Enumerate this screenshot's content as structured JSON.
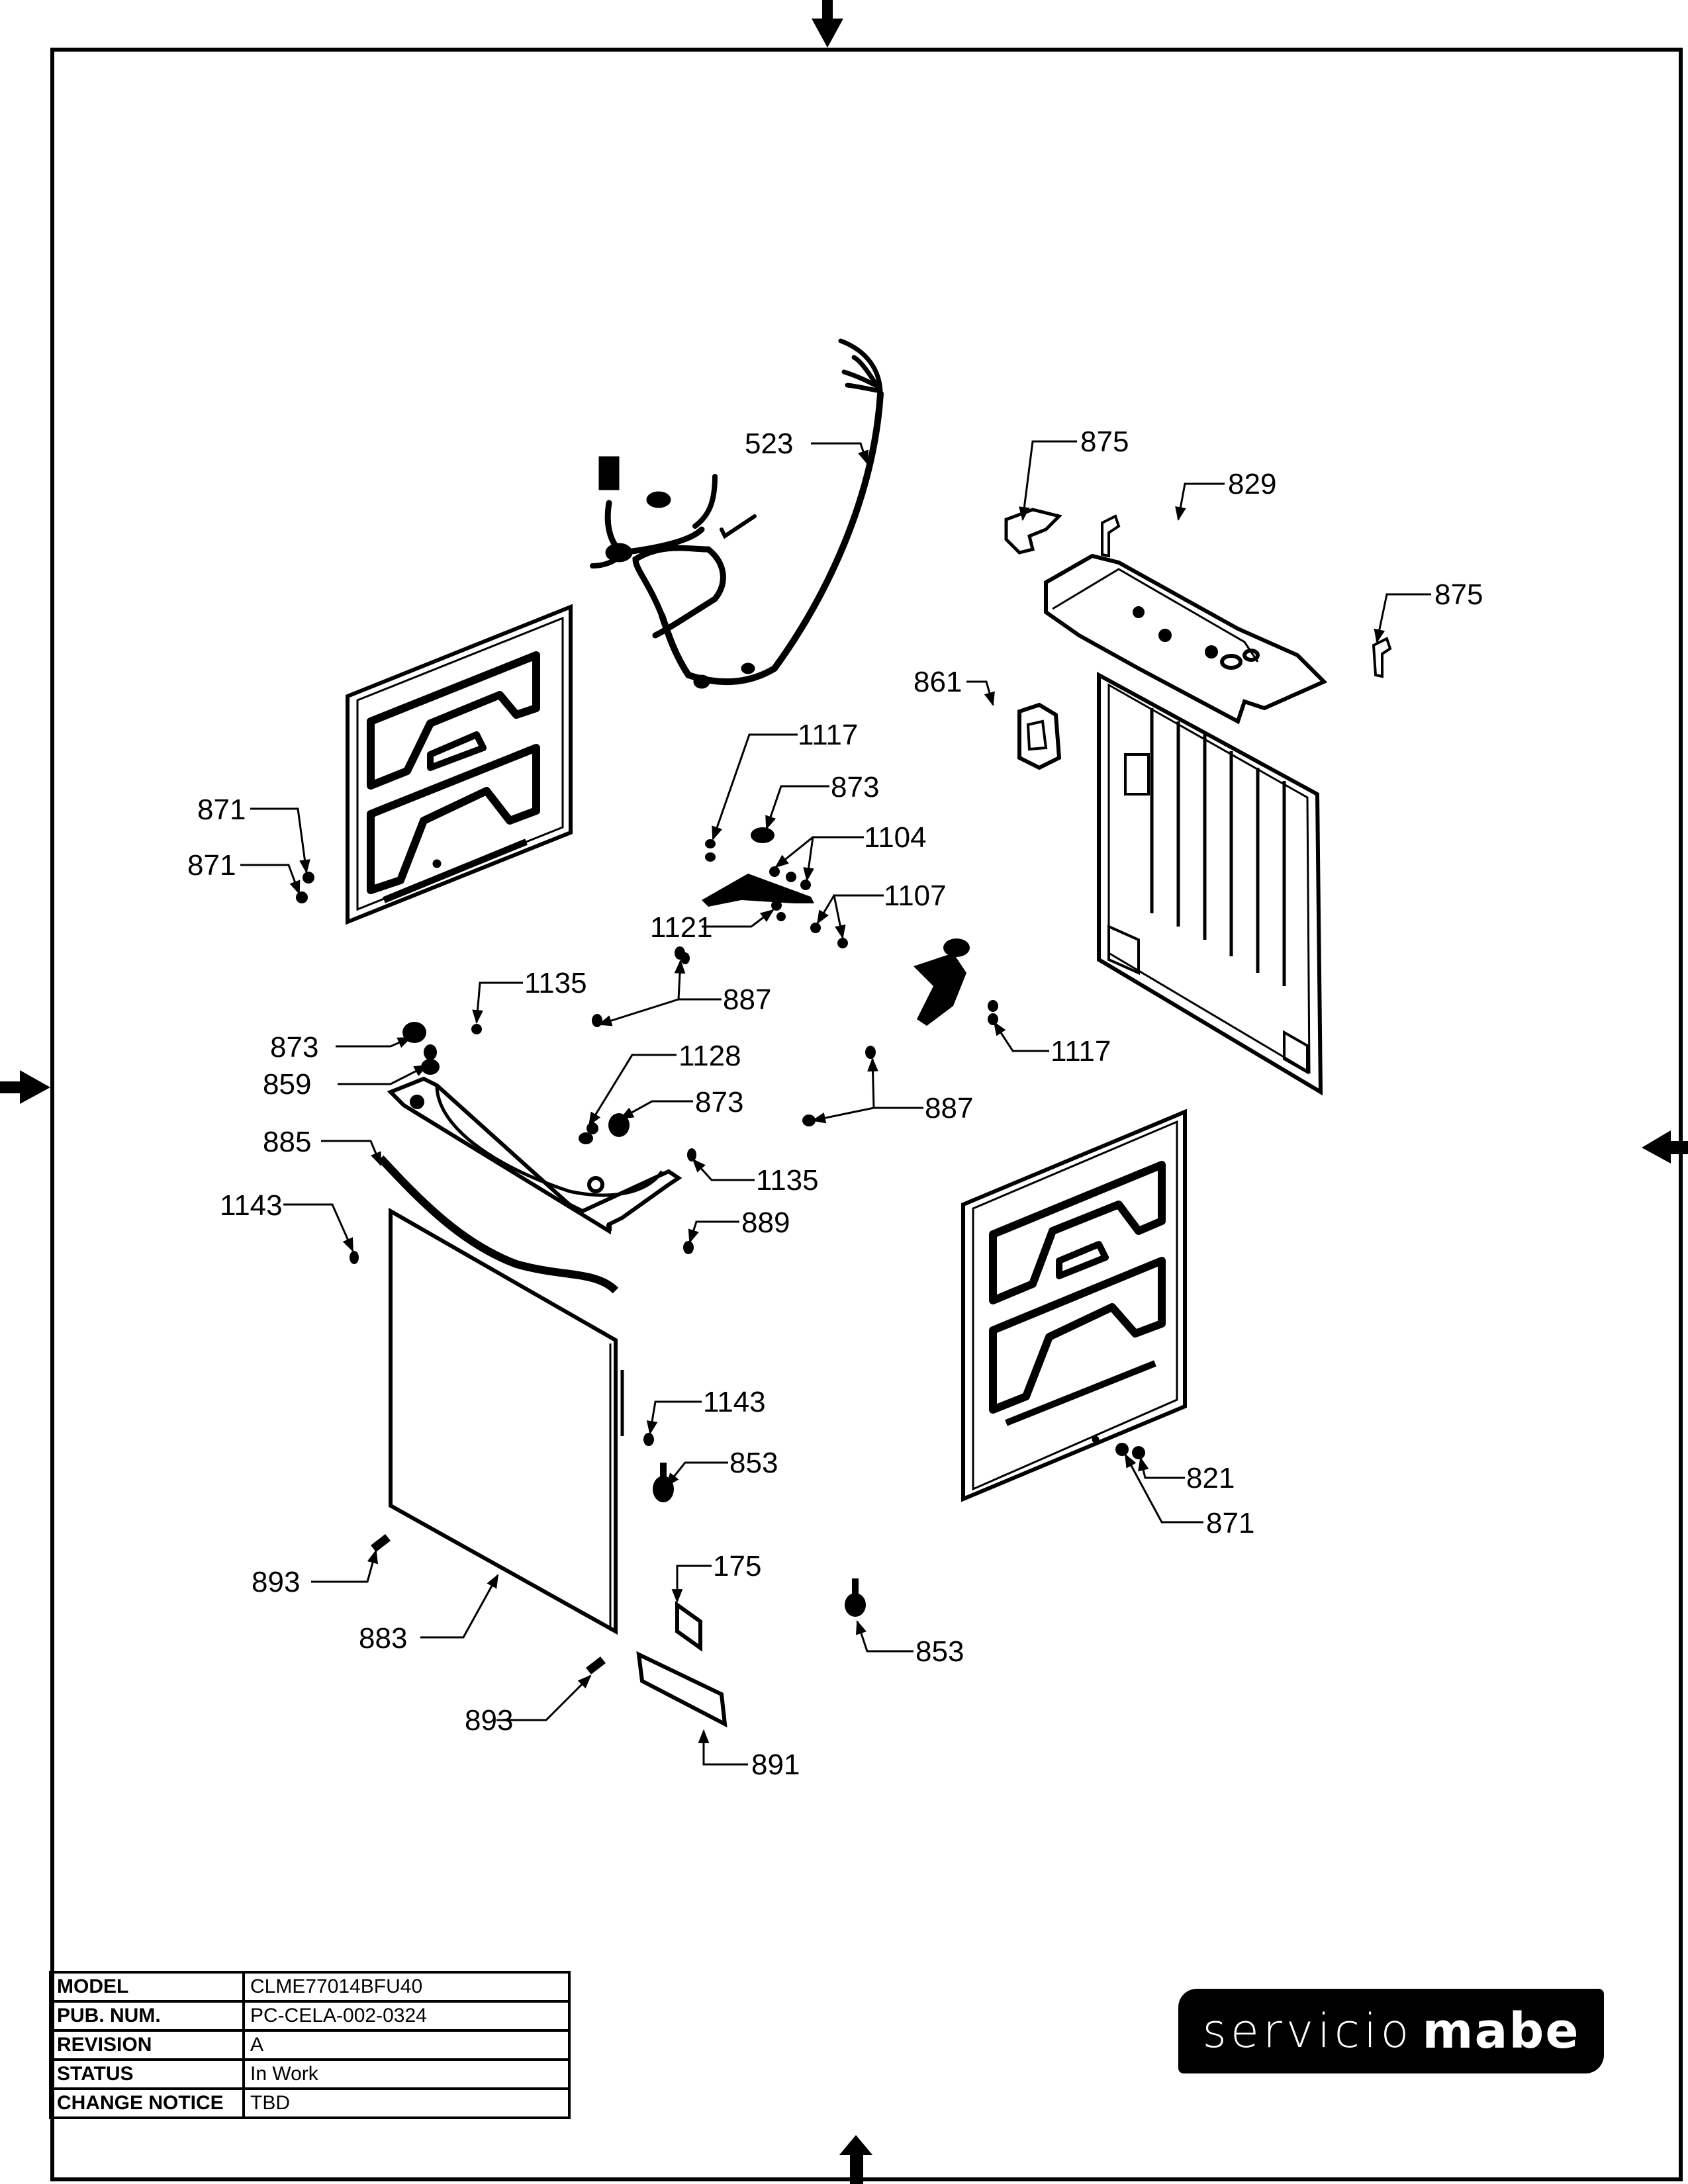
{
  "document": {
    "type": "exploded-parts-diagram",
    "brand": {
      "light": "servicio",
      "bold": "mabe"
    },
    "colors": {
      "ink": "#000000",
      "paper": "#ffffff"
    }
  },
  "title_block": {
    "rows": [
      {
        "key": "MODEL",
        "value": "CLME77014BFU40"
      },
      {
        "key": "PUB. NUM.",
        "value": "PC-CELA-002-0324"
      },
      {
        "key": "REVISION",
        "value": "A"
      },
      {
        "key": "STATUS",
        "value": "In Work"
      },
      {
        "key": "CHANGE NOTICE",
        "value": "TBD"
      }
    ]
  },
  "callouts": [
    {
      "id": "c-523",
      "label": "523",
      "part": "wire-harness"
    },
    {
      "id": "c-875a",
      "label": "875",
      "part": "bracket"
    },
    {
      "id": "c-829",
      "label": "829",
      "part": "bracket"
    },
    {
      "id": "c-875b",
      "label": "875",
      "part": "bracket"
    },
    {
      "id": "c-861",
      "label": "861",
      "part": "switch"
    },
    {
      "id": "c-1117a",
      "label": "1117",
      "part": "screw"
    },
    {
      "id": "c-873a",
      "label": "873",
      "part": "foot"
    },
    {
      "id": "c-1104",
      "label": "1104",
      "part": "screw"
    },
    {
      "id": "c-1107",
      "label": "1107",
      "part": "screw"
    },
    {
      "id": "c-1121",
      "label": "1121",
      "part": "screw"
    },
    {
      "id": "c-871a",
      "label": "871",
      "part": "screw"
    },
    {
      "id": "c-871b",
      "label": "871",
      "part": "screw"
    },
    {
      "id": "c-1135a",
      "label": "1135",
      "part": "screw"
    },
    {
      "id": "c-887a",
      "label": "887",
      "part": "screw"
    },
    {
      "id": "c-1117b",
      "label": "1117",
      "part": "screw"
    },
    {
      "id": "c-873b",
      "label": "873",
      "part": "foot"
    },
    {
      "id": "c-859",
      "label": "859",
      "part": "screw"
    },
    {
      "id": "c-1128",
      "label": "1128",
      "part": "screw"
    },
    {
      "id": "c-873c",
      "label": "873",
      "part": "foot"
    },
    {
      "id": "c-887b",
      "label": "887",
      "part": "screw"
    },
    {
      "id": "c-885",
      "label": "885",
      "part": "seal"
    },
    {
      "id": "c-1135b",
      "label": "1135",
      "part": "screw"
    },
    {
      "id": "c-1143a",
      "label": "1143",
      "part": "screw"
    },
    {
      "id": "c-889",
      "label": "889",
      "part": "screw"
    },
    {
      "id": "c-1143b",
      "label": "1143",
      "part": "screw"
    },
    {
      "id": "c-853a",
      "label": "853",
      "part": "foot-leveling"
    },
    {
      "id": "c-821",
      "label": "821",
      "part": "screw"
    },
    {
      "id": "c-871c",
      "label": "871",
      "part": "screw"
    },
    {
      "id": "c-893a",
      "label": "893",
      "part": "clip"
    },
    {
      "id": "c-883",
      "label": "883",
      "part": "front-panel"
    },
    {
      "id": "c-175",
      "label": "175",
      "part": "label"
    },
    {
      "id": "c-853b",
      "label": "853",
      "part": "foot-leveling"
    },
    {
      "id": "c-893b",
      "label": "893",
      "part": "clip"
    },
    {
      "id": "c-891",
      "label": "891",
      "part": "kick-plate"
    }
  ]
}
